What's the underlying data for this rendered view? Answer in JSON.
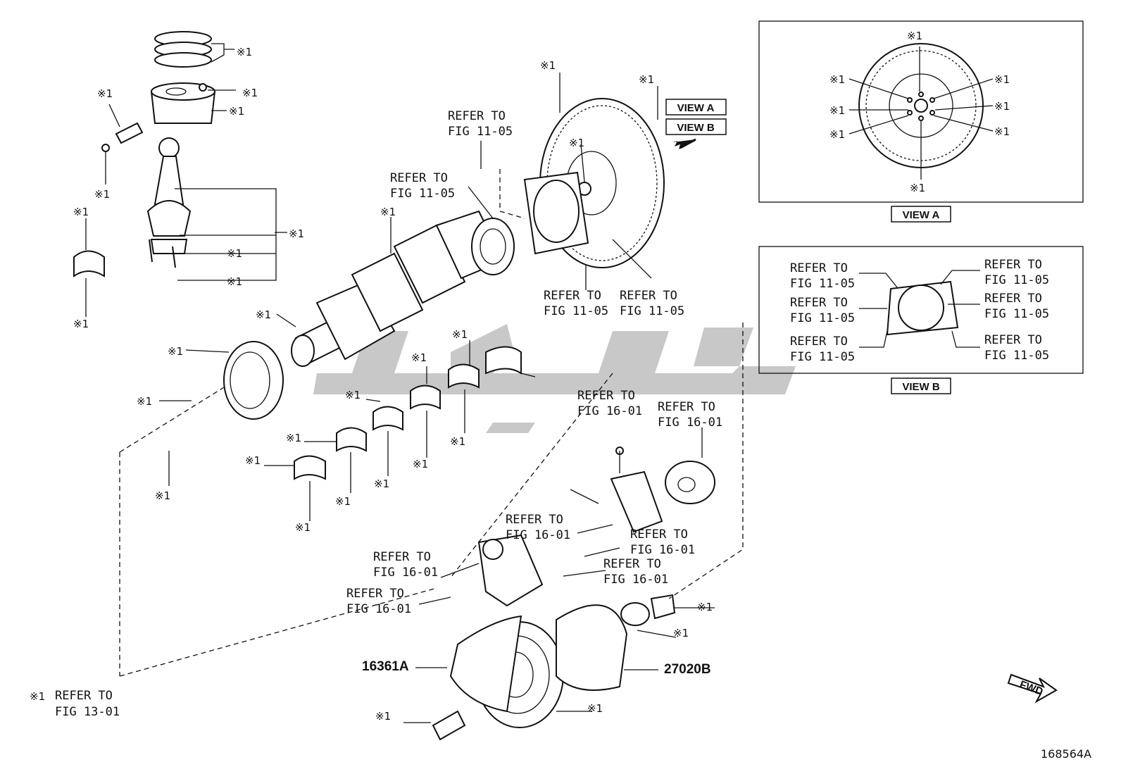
{
  "marker": "※1",
  "refer": {
    "fig_11_05": [
      "REFER TO",
      "FIG 11-05"
    ],
    "fig_16_01": [
      "REFER TO",
      "FIG 16-01"
    ],
    "fig_13_01": [
      "REFER TO",
      "FIG 13-01"
    ]
  },
  "view_a_tag": "VIEW A",
  "view_b_tag": "VIEW B",
  "part_numbers": {
    "belt_a": "16361A",
    "belt_b": "27020B"
  },
  "fwd_label": "FWD",
  "diagram_id": "168564A"
}
